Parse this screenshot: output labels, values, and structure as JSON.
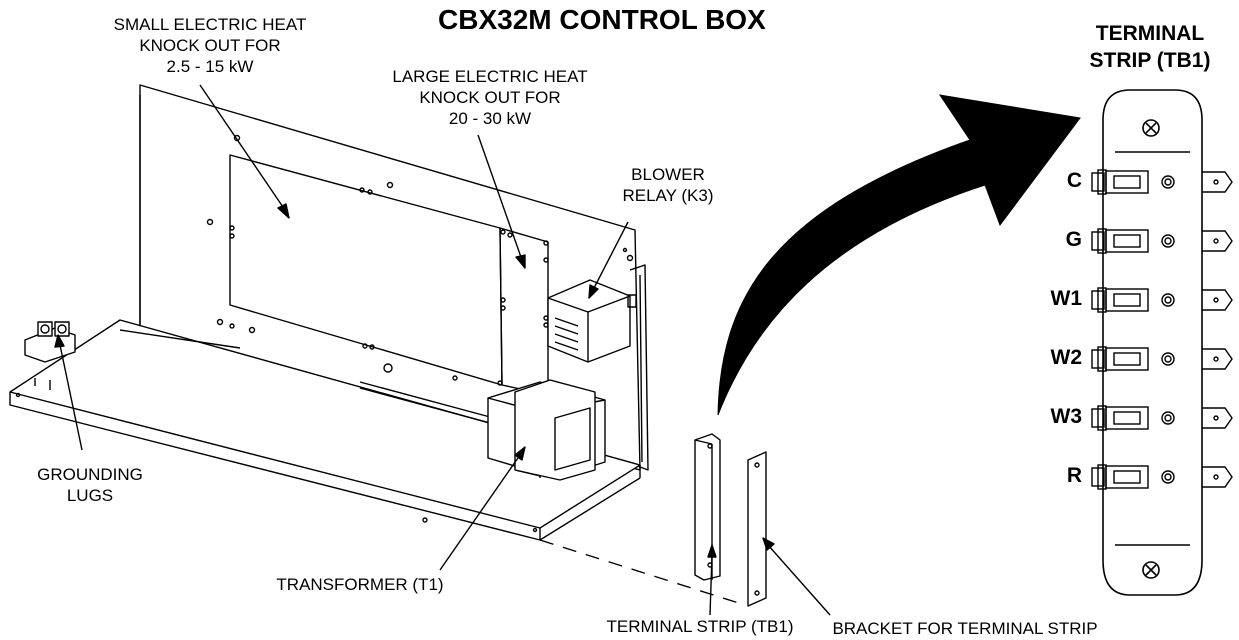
{
  "title": "CBX32M CONTROL BOX",
  "terminal_strip_title": [
    "TERMINAL",
    "STRIP (TB1)"
  ],
  "labels": {
    "small_knockout": [
      "SMALL ELECTRIC HEAT",
      "KNOCK OUT FOR",
      "2.5 - 15 kW"
    ],
    "large_knockout": [
      "LARGE ELECTRIC HEAT",
      "KNOCK OUT FOR",
      "20 - 30 kW"
    ],
    "blower_relay": [
      "BLOWER",
      "RELAY (K3)"
    ],
    "grounding_lugs": [
      "GROUNDING",
      "LUGS"
    ],
    "transformer": "TRANSFORMER (T1)",
    "terminal_strip": "TERMINAL STRIP (TB1)",
    "bracket": "BRACKET FOR TERMINAL STRIP"
  },
  "terminals": [
    "C",
    "G",
    "W1",
    "W2",
    "W3",
    "R"
  ],
  "colors": {
    "ink": "#000000",
    "paper": "#ffffff"
  }
}
